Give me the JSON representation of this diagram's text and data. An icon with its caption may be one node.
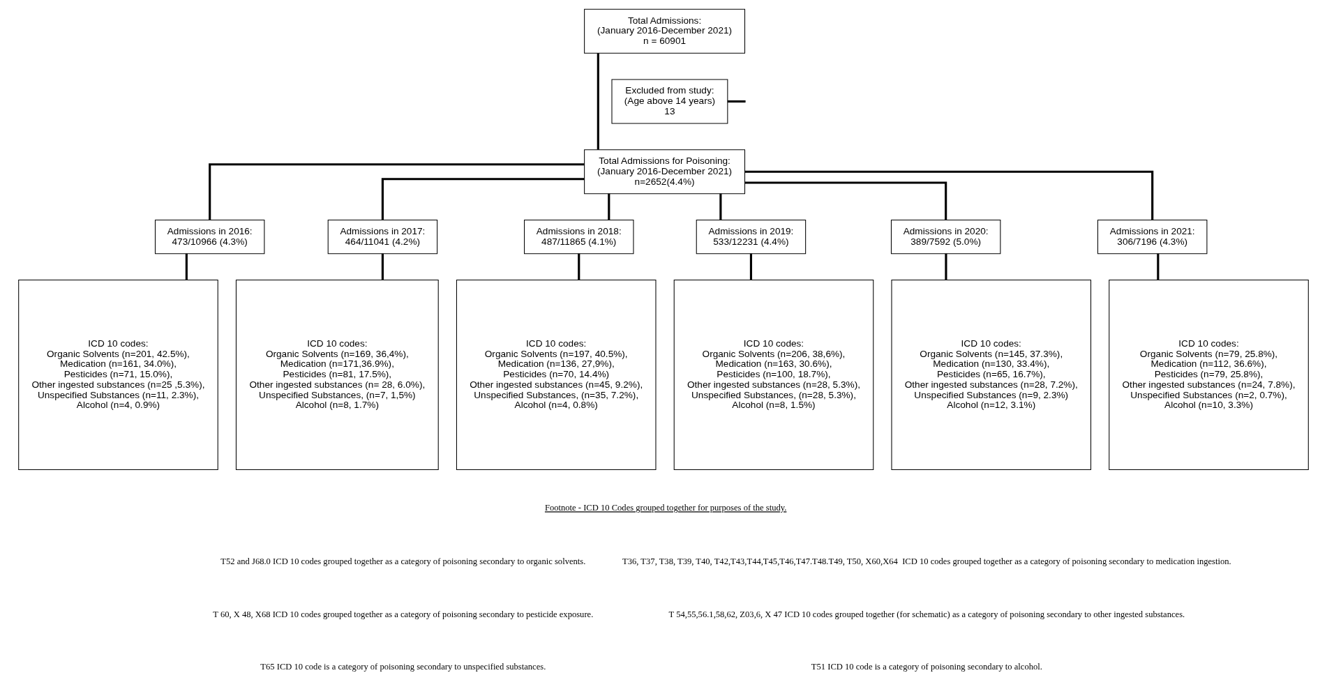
{
  "diagram": {
    "nodes": [
      {
        "text": [
          "Total Admissions:",
          "(January 2016-December 2021)",
          "n = 60901"
        ]
      },
      {
        "text": [
          "Total Admissions for Poisoning:",
          "(January 2016-December 2021)",
          "n=2652(4.4%)"
        ]
      },
      {
        "text": [
          "Excluded from study:",
          "(Age above 14 years)",
          "13"
        ]
      },
      {
        "text": [
          "Admissions in 2016:",
          "473/10966 (4.3%)"
        ]
      },
      {
        "text": [
          "Admissions in 2017:",
          "464/11041 (4.2%)"
        ]
      },
      {
        "text": [
          "Admissions in 2018:",
          "487/11865 (4.1%)"
        ]
      },
      {
        "text": [
          "Admissions in 2019:",
          "533/12231 (4.4%)"
        ]
      },
      {
        "text": [
          "Admissions in 2020:",
          "389/7592 (5.0%)"
        ]
      },
      {
        "text": [
          "Admissions in 2021:",
          "306/7196 (4.3%)"
        ]
      },
      {
        "text": [
          "ICD 10 codes:",
          "Organic Solvents (n=201, 42.5%),",
          "Medication (n=161, 34.0%),",
          "Pesticides (n=71, 15.0%),",
          "Other ingested substances (n=25 ,5.3%),",
          "Unspecified Substances (n=11, 2.3%),",
          "Alcohol (n=4, 0.9%)"
        ]
      },
      {
        "text": [
          "ICD 10 codes:",
          "Organic Solvents (n=169, 36,4%),",
          "Medication (n=171,36.9%),",
          "Pesticides (n=81, 17.5%),",
          "Other ingested substances (n= 28, 6.0%),",
          "Unspecified Substances, (n=7, 1,5%)",
          "Alcohol (n=8, 1.7%)"
        ]
      },
      {
        "text": [
          "ICD 10 codes:",
          "Organic Solvents (n=197, 40.5%),",
          "Medication (n=136, 27,9%),",
          "Pesticides (n=70, 14.4%)",
          "Other ingested substances (n=45, 9.2%),",
          "Unspecified Substances, (n=35, 7.2%),",
          "Alcohol (n=4, 0.8%)"
        ]
      },
      {
        "text": [
          "ICD 10 codes:",
          "Organic Solvents (n=206, 38,6%),",
          "Medication (n=163, 30.6%),",
          "Pesticides (n=100, 18.7%),",
          "Other ingested substances (n=28, 5.3%),",
          "Unspecified Substances, (n=28, 5.3%),",
          "Alcohol (n=8, 1.5%)"
        ]
      },
      {
        "text": [
          "ICD 10 codes:",
          "Organic Solvents (n=145, 37.3%),",
          "Medication (n=130, 33.4%),",
          "Pesticides (n=65, 16.7%),",
          "Other ingested substances (n=28, 7.2%),",
          "Unspecified Substances (n=9, 2.3%)",
          "Alcohol (n=12, 3.1%)"
        ]
      },
      {
        "text": [
          "ICD 10 codes:",
          "Organic Solvents (n=79, 25.8%),",
          "Medication (n=112, 36.6%),",
          "Pesticides (n=79, 25.8%),",
          "Other ingested substances (n=24, 7.8%),",
          "Unspecified Substances (n=2, 0.7%),",
          "Alcohol (n=10, 3.3%)"
        ]
      }
    ],
    "edges": [
      {
        "from": 0,
        "to": 1,
        "arrow": "none"
      },
      {
        "from": 2,
        "to": null,
        "arrow": "none"
      },
      {
        "from": 1,
        "to": 3,
        "arrow": "none"
      },
      {
        "from": 1,
        "to": 4,
        "arrow": "none"
      },
      {
        "from": 1,
        "to": 5,
        "arrow": "none"
      },
      {
        "from": 1,
        "to": 6,
        "arrow": "none"
      },
      {
        "from": 1,
        "to": 7,
        "arrow": "none"
      },
      {
        "from": 1,
        "to": 8,
        "arrow": "none"
      },
      {
        "from": 3,
        "to": 9,
        "arrow": "none"
      },
      {
        "from": 4,
        "to": 10,
        "arrow": "none"
      },
      {
        "from": 5,
        "to": 11,
        "arrow": "none"
      },
      {
        "from": 6,
        "to": 12,
        "arrow": "none"
      },
      {
        "from": 7,
        "to": 13,
        "arrow": "none"
      },
      {
        "from": 8,
        "to": 14,
        "arrow": "none"
      }
    ],
    "labels": [
      "Footnote - ICD 10 Codes grouped together for purposes of the study.",
      "T52 and J68.0 ICD 10 codes grouped together as a category of poisoning secondary to organic solvents.",
      "T36, T37, T38, T39, T40, T42,T43,T44,T45,T46,T47.T48.T49, T50, X60,X64  ICD 10 codes grouped together as a category of poisoning secondary to medication ingestion.",
      "T 60, X 48, X68 ICD 10 codes grouped together as a category of poisoning secondary to pesticide exposure.",
      "T 54,55,56.1,58,62, Z03,6, X 47 ICD 10 codes grouped together (for schematic) as a category of poisoning secondary to other ingested substances.",
      "T65 ICD 10 code is a category of poisoning secondary to unspecified substances.",
      "T51 ICD 10 code is a category of poisoning secondary to alcohol."
    ]
  }
}
